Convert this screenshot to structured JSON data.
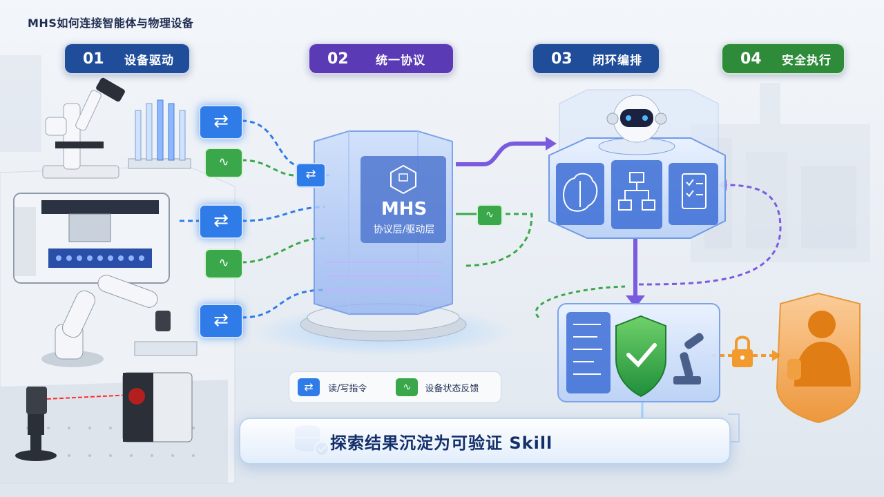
{
  "header": {
    "title": "MHS如何连接智能体与物理设备"
  },
  "steps": [
    {
      "num": "01",
      "label": "设备驱动",
      "color": "#1f4d9a"
    },
    {
      "num": "02",
      "label": "统一协议",
      "color": "#5b3bb5"
    },
    {
      "num": "03",
      "label": "闭环编排",
      "color": "#1f4d9a"
    },
    {
      "num": "04",
      "label": "安全执行",
      "color": "#2e8b3a"
    }
  ],
  "hub": {
    "title": "MHS",
    "subtitle": "协议层/驱动层"
  },
  "legend": {
    "read_write": "读/写指令",
    "feedback": "设备状态反馈"
  },
  "skill_banner": {
    "text": "探索结果沉淀为可验证 Skill"
  },
  "colors": {
    "blue": "#2f7be8",
    "green": "#3aa84a",
    "purple": "#7a5be0",
    "orange": "#f29a2e"
  },
  "icons": {
    "devices": [
      "microscope-icon",
      "test-tubes-icon",
      "liquid-handler-icon",
      "robot-arm-icon",
      "laser-device-icon"
    ],
    "orchestration": [
      "brain-icon",
      "flowchart-icon",
      "checklist-icon"
    ],
    "execution": [
      "code-list-icon",
      "shield-check-icon",
      "robot-arm-icon",
      "lock-icon",
      "human-thumbs-up-icon"
    ]
  }
}
